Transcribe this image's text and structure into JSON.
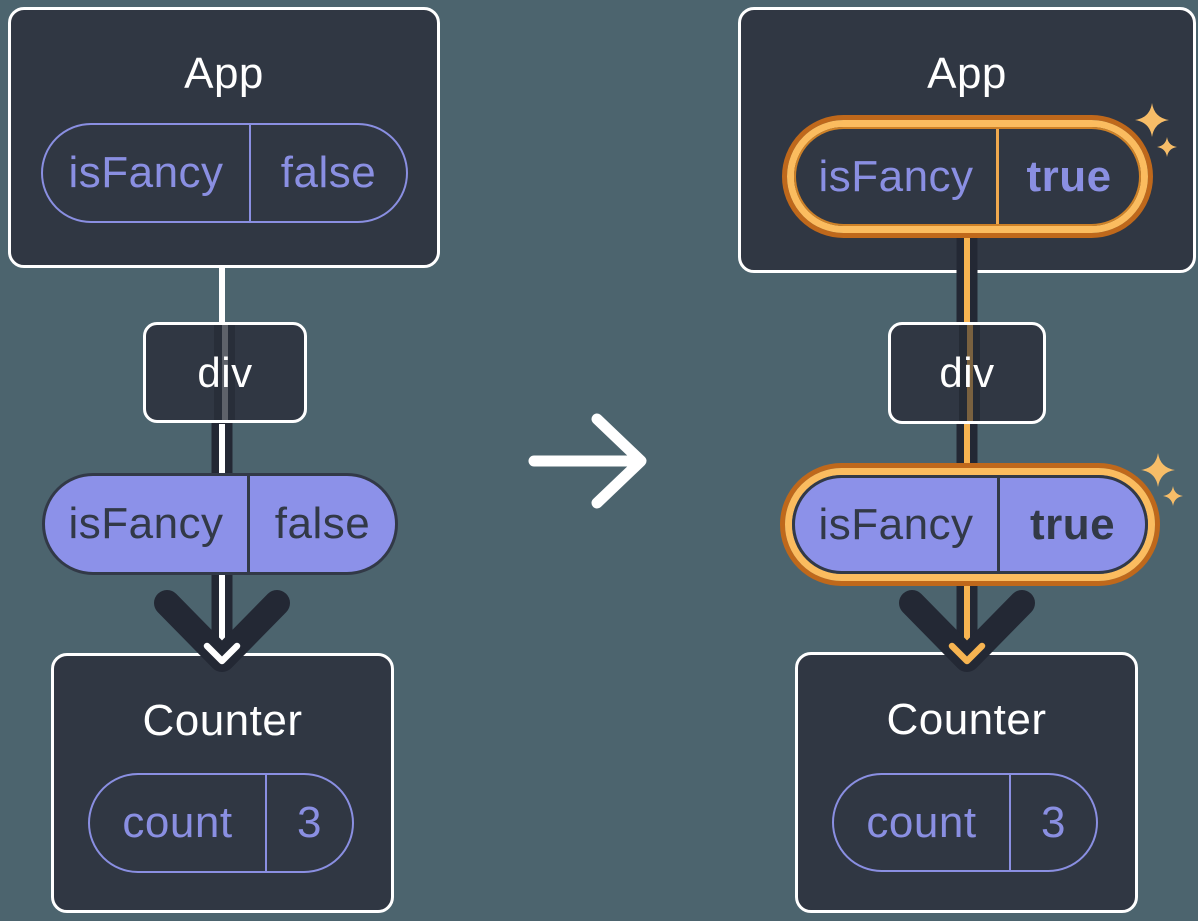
{
  "figure": {
    "description": "Two React component trees (before and after a prop change) separated by a transition arrow",
    "before": {
      "app": {
        "title": "App",
        "prop": {
          "name": "isFancy",
          "value": "false"
        }
      },
      "div": {
        "label": "div"
      },
      "passed_prop": {
        "name": "isFancy",
        "value": "false"
      },
      "counter": {
        "title": "Counter",
        "state": {
          "name": "count",
          "value": "3"
        }
      }
    },
    "after": {
      "app": {
        "title": "App",
        "prop": {
          "name": "isFancy",
          "value": "true"
        }
      },
      "div": {
        "label": "div"
      },
      "passed_prop": {
        "name": "isFancy",
        "value": "true"
      },
      "counter": {
        "title": "Counter",
        "state": {
          "name": "count",
          "value": "3"
        }
      }
    }
  },
  "icons": {
    "transition": "right-arrow-icon",
    "flow": "down-arrow-icon",
    "highlight": "sparkle-icon"
  },
  "colors": {
    "background": "#4C646E",
    "card_fill": "#303743",
    "card_border": "#FFFFFF",
    "purple_stroke": "#8A8FE2",
    "purple_fill": "#8C91E9",
    "dark_ink": "#232834",
    "pill_dark_text": "#323947",
    "orange_line": "#F7B451",
    "orange_ring_light": "#FBBC5F",
    "orange_ring_dark": "#BF681B",
    "sparkle": "#F7BD68",
    "white": "#FFFFFF"
  }
}
